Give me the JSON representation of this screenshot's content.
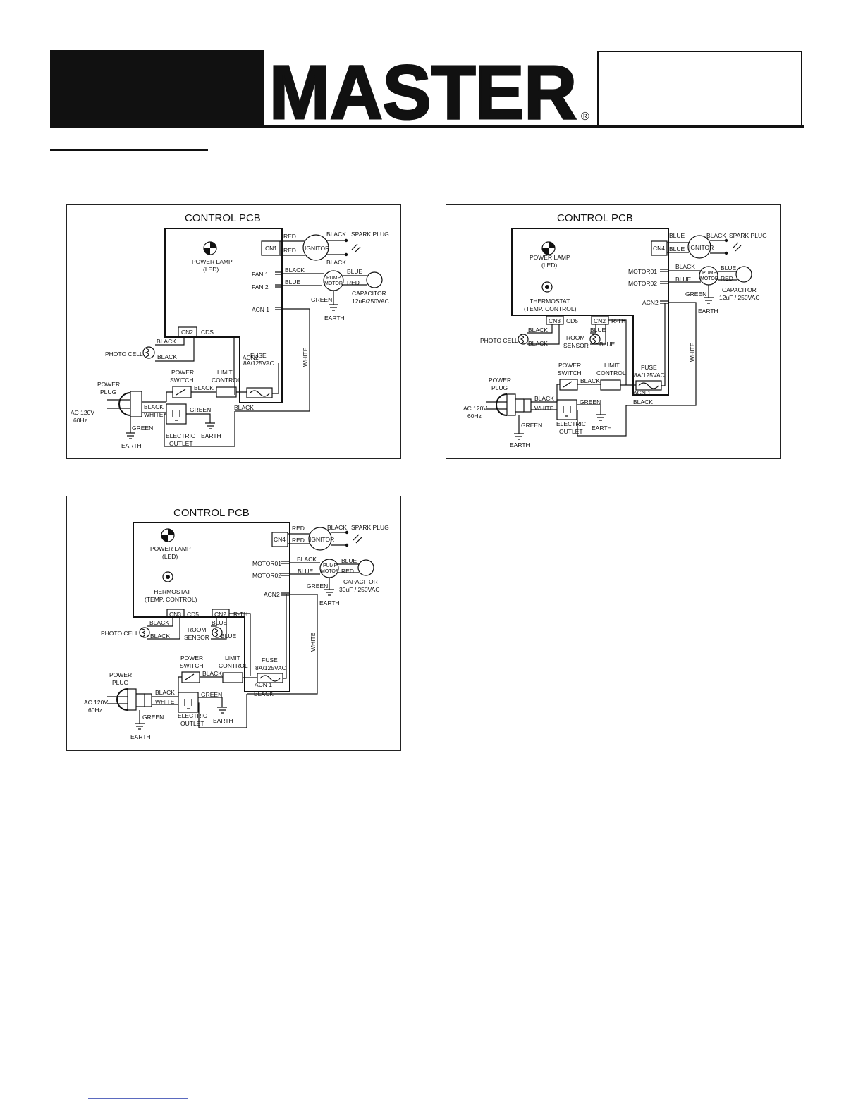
{
  "brand": {
    "logo_text": "MASTER",
    "registered_mark": "®"
  },
  "diagrams": [
    {
      "title": "CONTROL PCB",
      "ign_in": "RED",
      "ign_in2": "RED",
      "ign_out": "BLACK",
      "ign_out2": "BLACK",
      "spark": "SPARK PLUG",
      "cn_top": "CN1",
      "ignitor": "IGNITOR",
      "lamp1": "POWER LAMP",
      "lamp2": "(LED)",
      "m1": "FAN 1",
      "m2": "FAN 2",
      "w_m1": "BLACK",
      "w_m2": "BLUE",
      "pump1": "PUMP",
      "pump2": "MOTOR",
      "cap_w1": "BLUE",
      "cap_w2": "RED",
      "cap1": "CAPACITOR",
      "cap2": "12uF/250VAC",
      "green": "GREEN",
      "earth": "EARTH",
      "acn": "ACN 1",
      "cn_a": "CN2",
      "cd": "CDS",
      "pc_w1": "BLACK",
      "pc_w2": "BLACK",
      "photo": "PHOTO CELL",
      "acn2": "ACN2",
      "white": "WHITE",
      "ps1": "POWER",
      "ps2": "SWITCH",
      "lc1": "LIMIT",
      "lc2": "CONTROL",
      "w_sw": "BLACK",
      "fuse1": "FUSE",
      "fuse2": "8A/125VAC",
      "pp1": "POWER",
      "pp2": "PLUG",
      "plug_b": "BLACK",
      "plug_w": "WHITE",
      "ac1": "AC 120V",
      "ac2": "60Hz",
      "out_g": "GREEN",
      "bot_b": "BLACK",
      "pl_g": "GREEN",
      "eo1": "ELECTRIC",
      "eo2": "OUTLET",
      "earth2": "EARTH",
      "earth3": "EARTH"
    },
    {
      "title": "CONTROL PCB",
      "ign_in": "BLUE",
      "ign_in2": "BLUE",
      "ign_out": "BLACK",
      "spark": "SPARK PLUG",
      "cn_top": "CN4",
      "ignitor": "IGNITOR",
      "lamp1": "POWER LAMP",
      "lamp2": "(LED)",
      "th1": "THERMOSTAT",
      "th2": "(TEMP. CONTROL)",
      "m1": "MOTOR01",
      "m2": "MOTOR02",
      "w_m1": "BLACK",
      "w_m2": "BLUE",
      "pump1": "PUMP",
      "pump2": "MOTOR",
      "cap_w1": "BLUE",
      "cap_w2": "RED",
      "cap1": "CAPACITOR",
      "cap2": "12uF / 250VAC",
      "green": "GREEN",
      "earth": "EARTH",
      "acn": "ACN2",
      "cn_a": "CN3",
      "cd": "CD5",
      "cn_b": "CN2",
      "rth": "R-TH",
      "pc_w1": "BLACK",
      "pc_w2": "BLACK",
      "photo": "PHOTO CELL",
      "rs1": "ROOM",
      "rs2": "SENSOR",
      "rs_w1": "BLUE",
      "rs_w2": "BLUE",
      "white": "WHITE",
      "ps1": "POWER",
      "ps2": "SWITCH",
      "lc1": "LIMIT",
      "lc2": "CONTROL",
      "w_sw": "BLACK",
      "fuse1": "FUSE",
      "fuse2": "8A/125VAC",
      "acn1": "ACN 1",
      "pp1": "POWER",
      "pp2": "PLUG",
      "plug_b": "BLACK",
      "plug_w": "WHITE",
      "ac1": "AC 120V",
      "ac2": "60Hz",
      "out_g": "GREEN",
      "bot_b": "BLACK",
      "pl_g": "GREEN",
      "eo1": "ELECTRIC",
      "eo2": "OUTLET",
      "earth2": "EARTH",
      "earth3": "EARTH"
    },
    {
      "title": "CONTROL PCB",
      "ign_in": "RED",
      "ign_in2": "RED",
      "ign_out": "BLACK",
      "spark": "SPARK PLUG",
      "cn_top": "CN4",
      "ignitor": "IGNITOR",
      "lamp1": "POWER LAMP",
      "lamp2": "(LED)",
      "th1": "THERMOSTAT",
      "th2": "(TEMP. CONTROL)",
      "m1": "MOTOR01",
      "m2": "MOTOR02",
      "w_m1": "BLACK",
      "w_m2": "BLUE",
      "pump1": "PUMP",
      "pump2": "MOTOR",
      "cap_w1": "BLUE",
      "cap_w2": "RED",
      "cap1": "CAPACITOR",
      "cap2": "30uF / 250VAC",
      "green": "GREEN",
      "earth": "EARTH",
      "acn": "ACN2",
      "cn_a": "CN3",
      "cd": "CD5",
      "cn_b": "CN2",
      "rth": "R-TH",
      "pc_w1": "BLACK",
      "pc_w2": "BLACK",
      "photo": "PHOTO CELL",
      "rs1": "ROOM",
      "rs2": "SENSOR",
      "rs_w1": "BLUE",
      "rs_w2": "BLUE",
      "white": "WHITE",
      "ps1": "POWER",
      "ps2": "SWITCH",
      "lc1": "LIMIT",
      "lc2": "CONTROL",
      "w_sw": "BLACK",
      "fuse1": "FUSE",
      "fuse2": "8A/125VAC",
      "acn1": "ACN 1",
      "pp1": "POWER",
      "pp2": "PLUG",
      "plug_b": "BLACK",
      "plug_w": "WHITE",
      "ac1": "AC 120V",
      "ac2": "60Hz",
      "out_g": "GREEN",
      "bot_b": "BLACK",
      "pl_g": "GREEN",
      "eo1": "ELECTRIC",
      "eo2": "OUTLET",
      "earth2": "EARTH",
      "earth3": "EARTH"
    }
  ]
}
